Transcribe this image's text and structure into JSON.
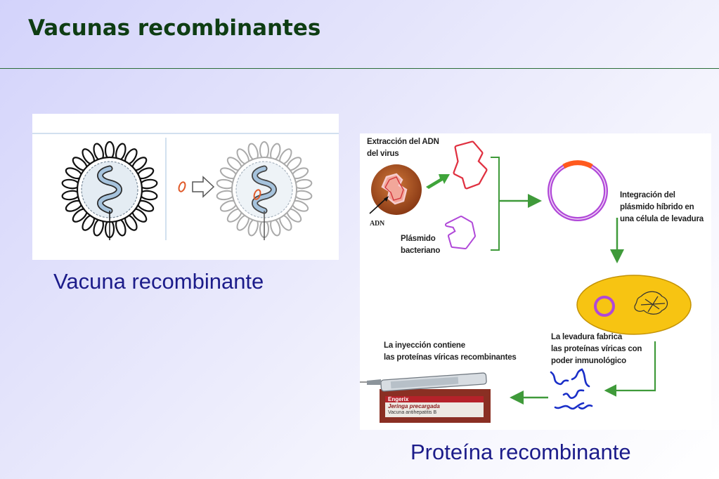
{
  "slide": {
    "title": "Vacunas recombinantes",
    "caption_left": "Vacuna recombinante",
    "caption_right": "Proteína recombinante"
  },
  "diagram": {
    "label_extraction": "Extracción del ADN\ndel virus",
    "label_adn": "ADN",
    "label_plasmid": "Plásmido\nbacteriano",
    "label_integration": "Integración del\nplásmido híbrido en\nuna célula de levadura",
    "label_yeast": "La levadura fabrica\nlas proteínas víricas con\npoder inmunológico",
    "label_injection": "La inyección contiene\nlas proteínas víricas recombinantes",
    "syringe_brand": "Engerix",
    "syringe_line1": "Jeringa precargada",
    "syringe_line2": "Vacuna antihepatitis B"
  },
  "colors": {
    "title": "#0e3d13",
    "caption": "#1c1c8a",
    "arrow_green": "#3f9a3a",
    "dna_red": "#e03040",
    "plasmid_purple": "#b048d8",
    "yeast_yellow": "#f7c412",
    "protein_blue": "#1a2fc8",
    "virus_core": "#b6521e"
  }
}
